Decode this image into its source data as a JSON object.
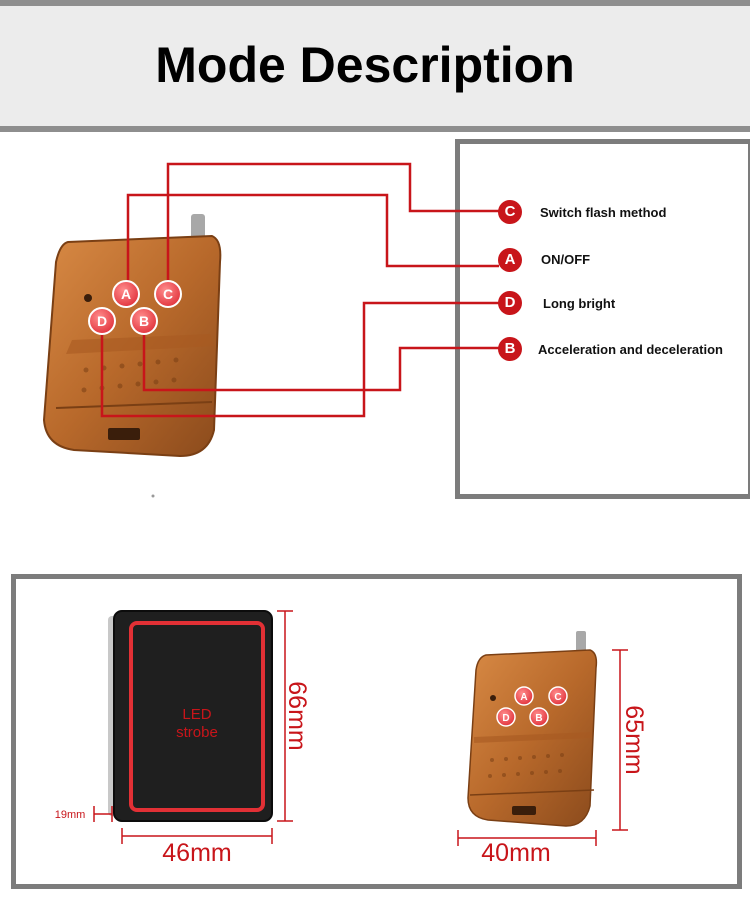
{
  "page": {
    "title": "Mode Description"
  },
  "legend": [
    {
      "letter": "C",
      "label": "Switch flash method"
    },
    {
      "letter": "A",
      "label": "ON/OFF"
    },
    {
      "letter": "D",
      "label": "Long bright"
    },
    {
      "letter": "B",
      "label": "Acceleration and deceleration"
    }
  ],
  "remote_buttons": [
    "A",
    "C",
    "D",
    "B"
  ],
  "controller": {
    "line1": "LED",
    "line2": "strobe"
  },
  "dimensions": {
    "controller_height": "66mm",
    "controller_width": "46mm",
    "controller_depth": "19mm",
    "remote_height": "65mm",
    "remote_width": "40mm"
  },
  "colors": {
    "accent": "#c8151a",
    "remote_body": "#b8692b",
    "frame": "#7c7c7c"
  }
}
